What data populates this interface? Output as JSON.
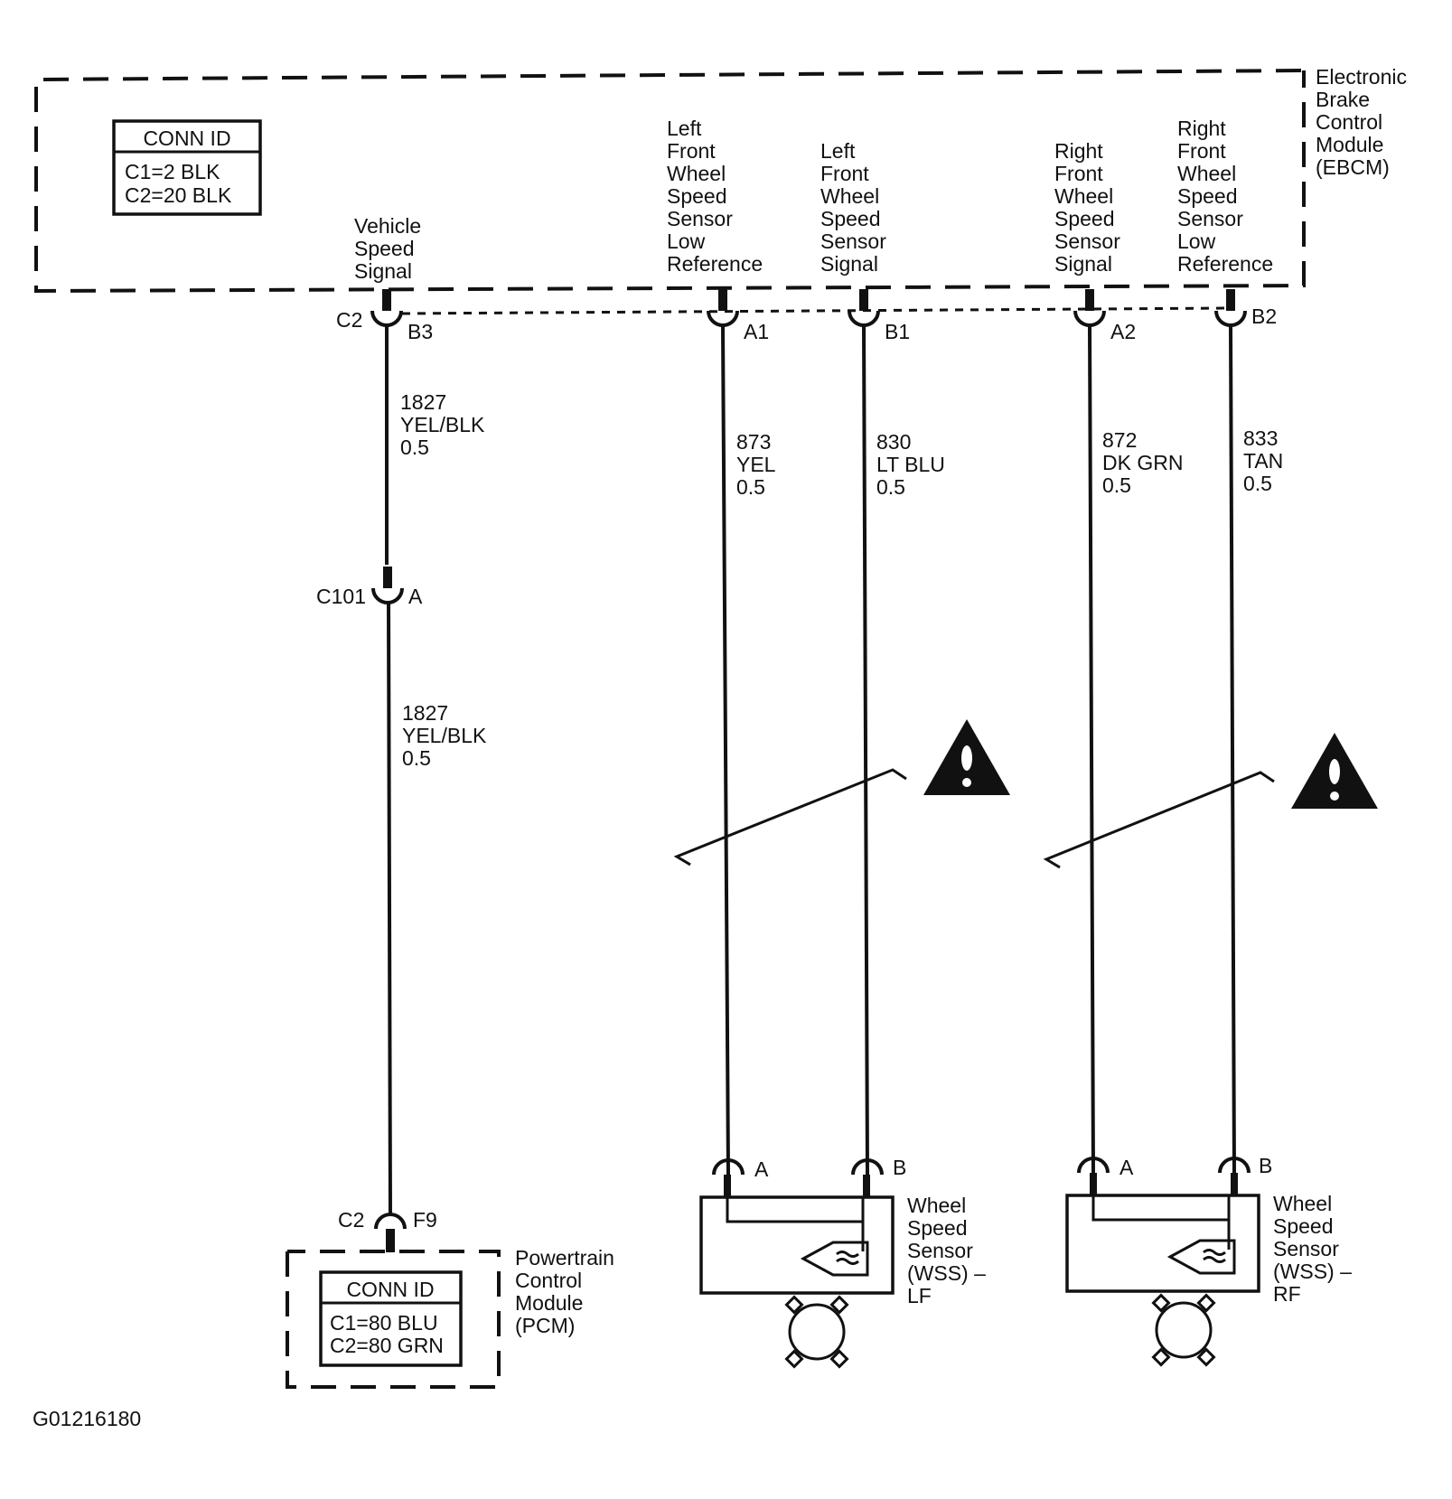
{
  "ebcm": {
    "title": [
      "Electronic",
      "Brake",
      "Control",
      "Module",
      "(EBCM)"
    ],
    "conn_id": {
      "header": "CONN ID",
      "c1": "C1=2 BLK",
      "c2": "C2=20 BLK"
    }
  },
  "pins": {
    "vss": {
      "label": [
        "Vehicle",
        "Speed",
        "Signal"
      ],
      "connector": "C2",
      "pin": "B3"
    },
    "lf_low": {
      "label": [
        "Left",
        "Front",
        "Wheel",
        "Speed",
        "Sensor",
        "Low",
        "Reference"
      ],
      "pin": "A1"
    },
    "lf_sig": {
      "label": [
        "Left",
        "Front",
        "Wheel",
        "Speed",
        "Sensor",
        "Signal"
      ],
      "pin": "B1"
    },
    "rf_sig": {
      "label": [
        "Right",
        "Front",
        "Wheel",
        "Speed",
        "Sensor",
        "Signal"
      ],
      "pin": "A2"
    },
    "rf_low": {
      "label": [
        "Right",
        "Front",
        "Wheel",
        "Speed",
        "Sensor",
        "Low",
        "Reference"
      ],
      "pin": "B2"
    }
  },
  "wires": {
    "w1827_upper": [
      "1827",
      "YEL/BLK",
      "0.5"
    ],
    "w1827_lower": [
      "1827",
      "YEL/BLK",
      "0.5"
    ],
    "w873": [
      "873",
      "YEL",
      "0.5"
    ],
    "w830": [
      "830",
      "LT BLU",
      "0.5"
    ],
    "w872": [
      "872",
      "DK GRN",
      "0.5"
    ],
    "w833": [
      "833",
      "TAN",
      "0.5"
    ]
  },
  "inline_connector": {
    "name": "C101",
    "pin": "A"
  },
  "pcm": {
    "connector": "C2",
    "pin": "F9",
    "title": [
      "Powertrain",
      "Control",
      "Module",
      "(PCM)"
    ],
    "conn_id": {
      "header": "CONN ID",
      "c1": "C1=80 BLU",
      "c2": "C2=80 GRN"
    }
  },
  "sensor_lf": {
    "pin_a": "A",
    "pin_b": "B",
    "title": [
      "Wheel",
      "Speed",
      "Sensor",
      "(WSS) –",
      "LF"
    ]
  },
  "sensor_rf": {
    "pin_a": "A",
    "pin_b": "B",
    "title": [
      "Wheel",
      "Speed",
      "Sensor",
      "(WSS) –",
      "RF"
    ]
  },
  "figure_id": "G01216180"
}
